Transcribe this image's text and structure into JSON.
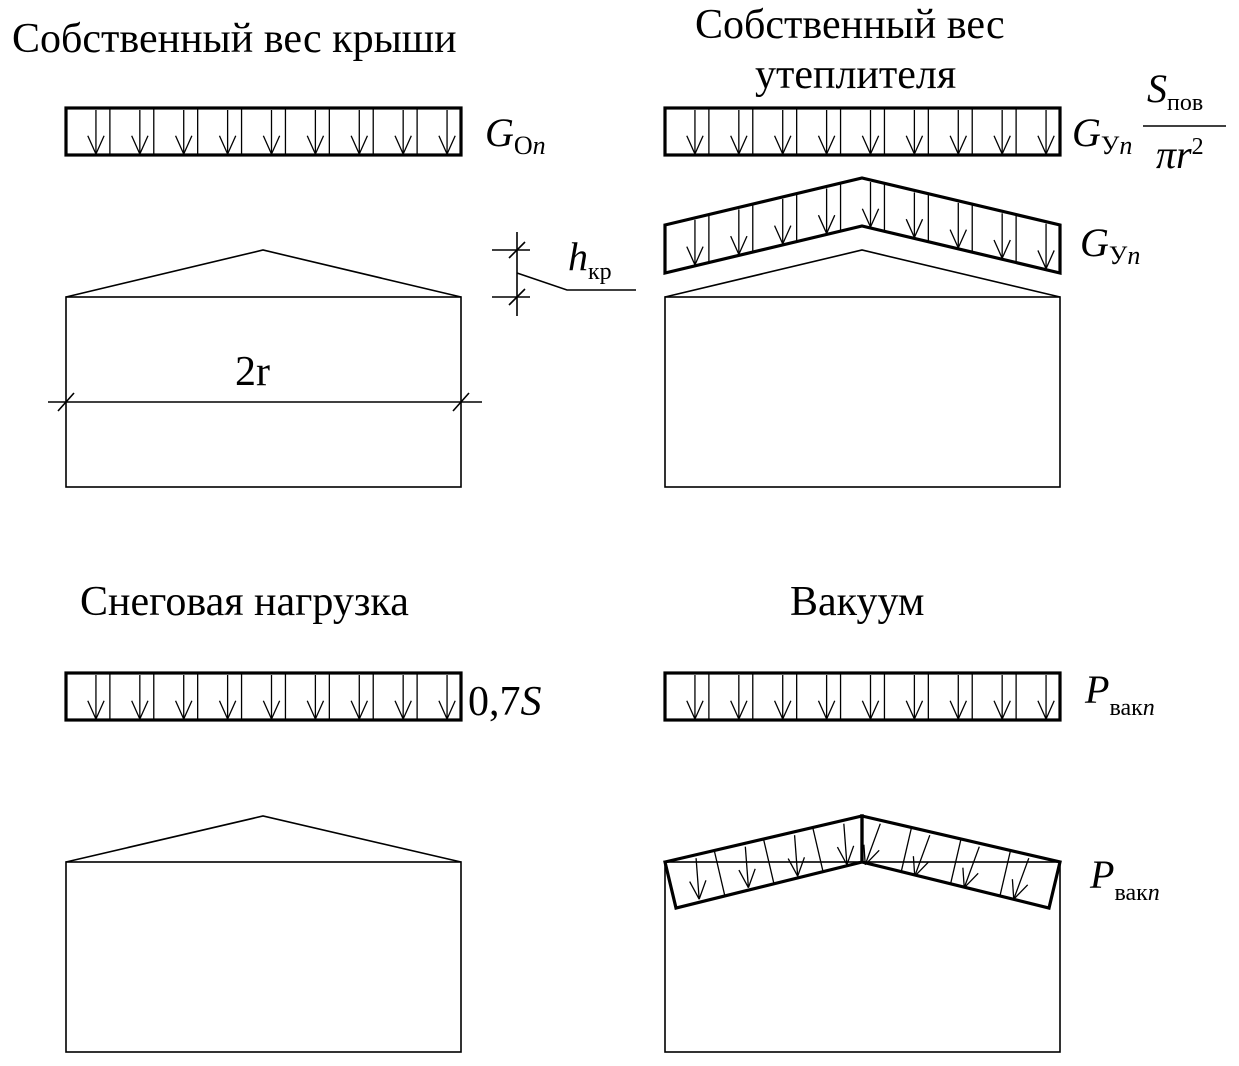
{
  "panels": {
    "roof_weight": {
      "title": "Собственный вес крыши",
      "load_symbol": "G",
      "load_subscript": "О",
      "load_subscript_italic": "n",
      "dimension_label": "2r",
      "height_label": "h",
      "height_subscript": "кр"
    },
    "insulation_weight": {
      "title_line1": "Собственный вес",
      "title_line2": "утеплителя",
      "load_symbol": "G",
      "load_subscript": "У",
      "load_subscript_italic": "n",
      "fraction_numerator": "S",
      "fraction_numerator_sub": "пов",
      "fraction_denominator": "πr",
      "fraction_denominator_sup": "2",
      "roof_load_symbol": "G",
      "roof_load_subscript": "У",
      "roof_load_subscript_italic": "n"
    },
    "snow_load": {
      "title": "Снеговая нагрузка",
      "load_prefix": "0,7",
      "load_symbol": "S"
    },
    "vacuum": {
      "title": "Вакуум",
      "load_symbol": "P",
      "load_subscript": "вак",
      "load_subscript_italic": "n",
      "roof_load_symbol": "P",
      "roof_load_subscript": "вак",
      "roof_load_subscript_italic": "n"
    }
  }
}
